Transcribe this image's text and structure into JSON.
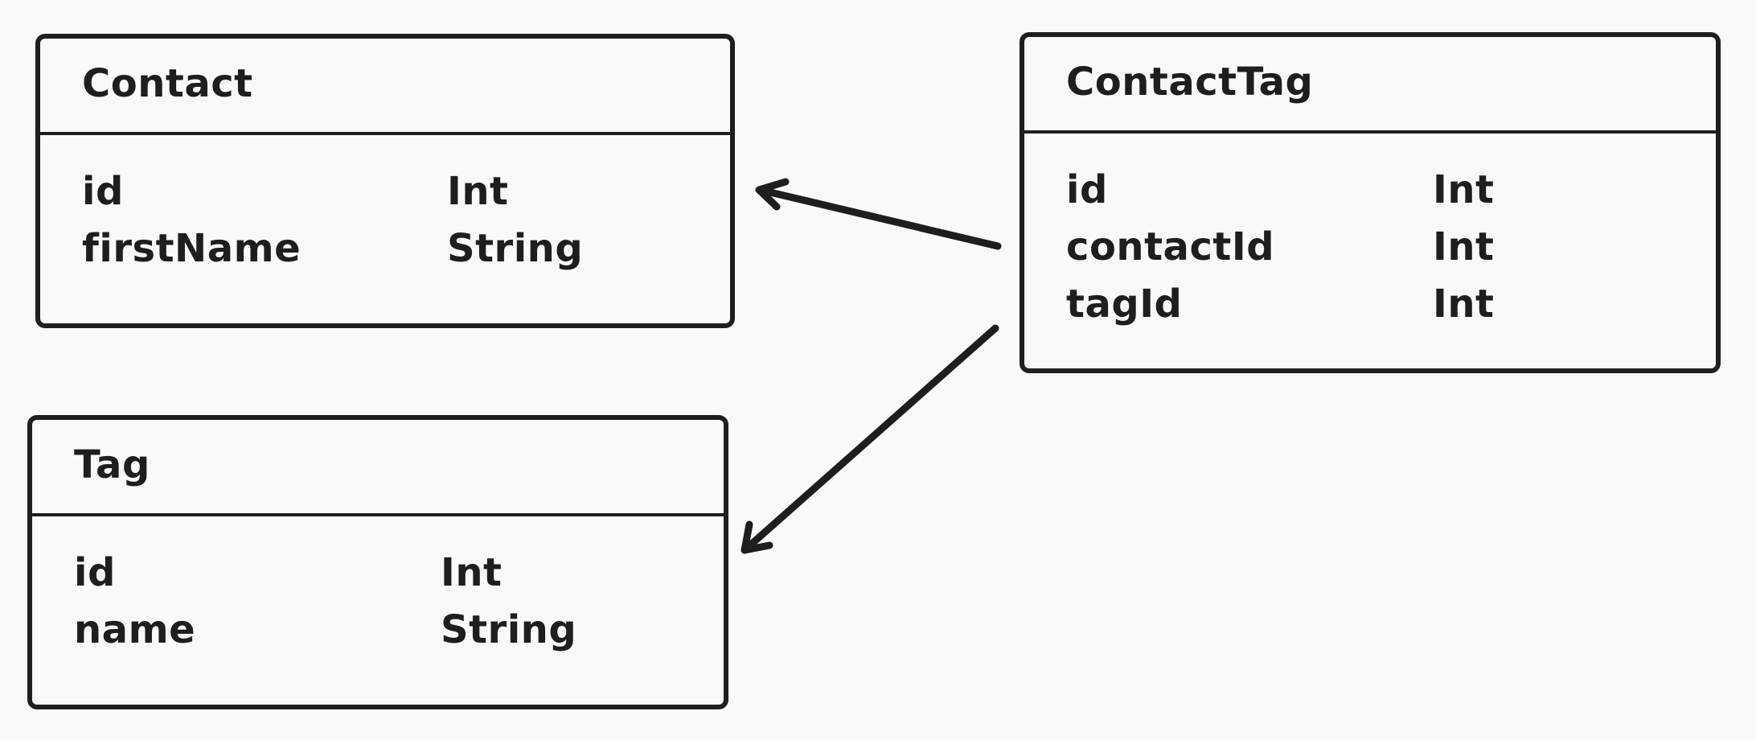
{
  "diagram": {
    "entities": {
      "contact": {
        "title": "Contact",
        "fields": [
          {
            "name": "id",
            "type": "Int"
          },
          {
            "name": "firstName",
            "type": "String"
          }
        ]
      },
      "contact_tag": {
        "title": "ContactTag",
        "fields": [
          {
            "name": "id",
            "type": "Int"
          },
          {
            "name": "contactId",
            "type": "Int"
          },
          {
            "name": "tagId",
            "type": "Int"
          }
        ]
      },
      "tag": {
        "title": "Tag",
        "fields": [
          {
            "name": "id",
            "type": "Int"
          },
          {
            "name": "name",
            "type": "String"
          }
        ]
      }
    },
    "relations": [
      {
        "from": "ContactTag.contactId",
        "to": "Contact"
      },
      {
        "from": "ContactTag.tagId",
        "to": "Tag"
      }
    ],
    "stroke_color": "#1e1e1e",
    "background_color": "#f8f9fb"
  }
}
